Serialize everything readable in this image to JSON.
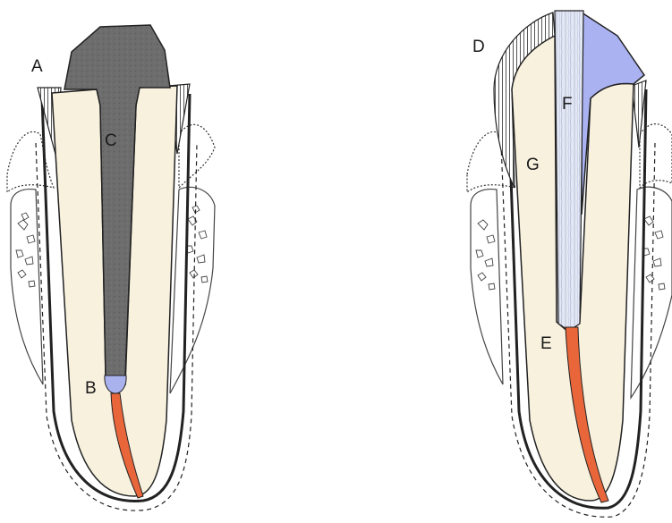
{
  "labels": {
    "a": "A",
    "b": "B",
    "c": "C",
    "d": "D",
    "e": "E",
    "f": "F",
    "g": "G"
  },
  "colors": {
    "dentin": "#f8f1de",
    "post_core": "#6d6d6d",
    "gutta_percha": "#e8663a",
    "seal_cement": "#aab2ee",
    "composite": "#aab2f2",
    "fiber_post": "#dde3f3",
    "outline": "#1e1e1e"
  }
}
